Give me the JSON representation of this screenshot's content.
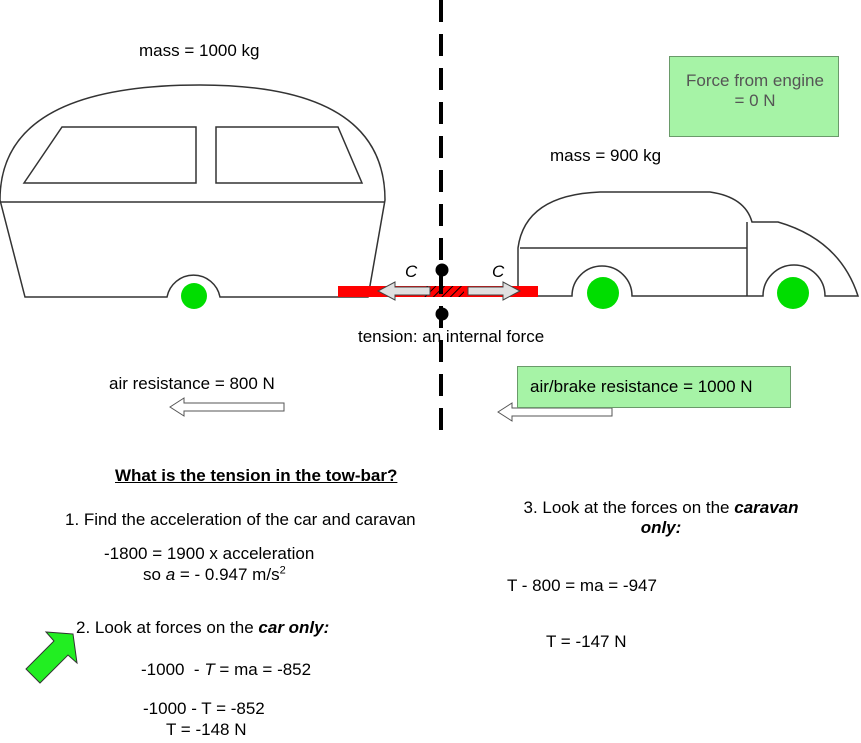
{
  "caravan": {
    "mass_label": "mass = 1000 kg"
  },
  "car": {
    "mass_label": "mass = 900 kg"
  },
  "engine_box": {
    "line1": "Force from engine",
    "line2": "= 0 N"
  },
  "towbar": {
    "force_symbol_left": "C",
    "force_symbol_right": "C",
    "caption": "tension: an internal force"
  },
  "air_resistance": {
    "label": "air resistance = 800 N"
  },
  "brake_resistance": {
    "label": "air/brake resistance = 1000 N"
  },
  "question": {
    "heading": "What is the tension in the tow-bar?"
  },
  "step1": {
    "title": "1. Find the acceleration of the car and caravan",
    "eq1": "-1800 = 1900 x acceleration",
    "eq2_prefix": "so ",
    "eq2_var": "a",
    "eq2_value": " = - 0.947 m/s",
    "eq2_sup": "2"
  },
  "step2": {
    "title_prefix": "2. Look at forces on the ",
    "title_emph": "car only:",
    "eq1_a": "-1000  - ",
    "eq1_var": "T",
    "eq1_b": " = ma = -852",
    "eq2": "-1000 - T = -852",
    "eq3": "T = -148 N"
  },
  "step3": {
    "title_prefix": "3. Look at the forces on the ",
    "title_emph1": "caravan",
    "title_emph2": "only:",
    "eq1": "T - 800 = ma = -947",
    "eq2": "T = -147 N"
  },
  "colors": {
    "wheel": "#00dd00",
    "box_fill": "#a6f3a6",
    "towbar": "#ff0000",
    "arrow_fill": "#e0e0e0",
    "next_arrow": "#22ee22"
  }
}
